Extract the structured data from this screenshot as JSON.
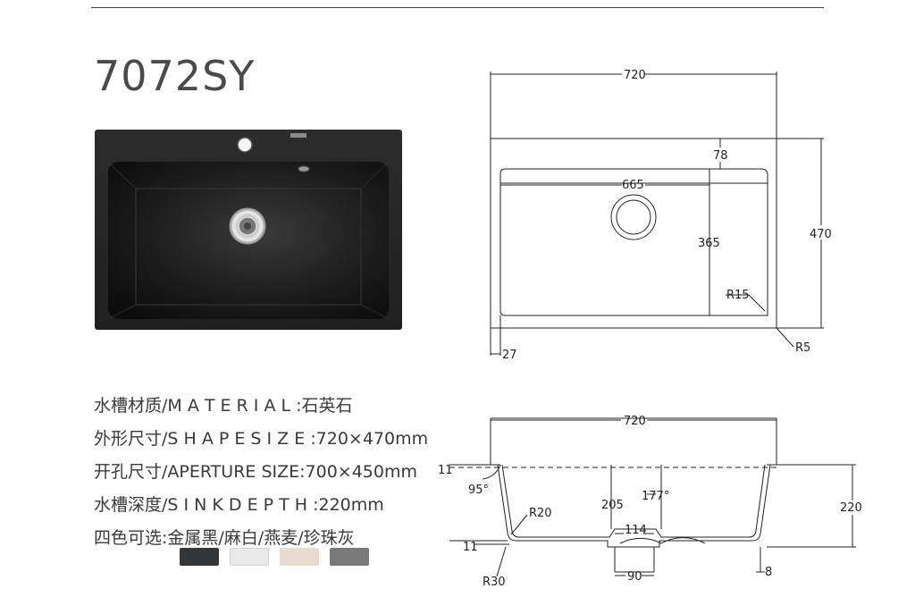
{
  "model": "7072SY",
  "specs": [
    {
      "label": "水槽材质/M A T E R I A L :",
      "value": "石英石"
    },
    {
      "label": "外形尺寸/S H A P E  S I Z E :",
      "value": "720×470mm"
    },
    {
      "label": "开孔尺寸/APERTURE SIZE:",
      "value": "700×450mm"
    },
    {
      "label": "水槽深度/S I N K  D E P T H :",
      "value": "220mm"
    },
    {
      "label": "四色可选:",
      "value": "金属黑/麻白/燕麦/珍珠灰"
    }
  ],
  "swatches": [
    "#33373a",
    "#e9e9e7",
    "#e6ddd0",
    "#787a78"
  ],
  "top_view": {
    "width": "720",
    "depth": "470",
    "ledge": "78",
    "bowl_width": "665",
    "bowl_depth": "365",
    "inner_radius": "R15",
    "outer_radius": "R5",
    "rim": "27"
  },
  "section_view": {
    "width": "720",
    "height": "220",
    "rim_top": "11",
    "rim_bottom": "11",
    "wall_angle": "95°",
    "inner_radius": "R20",
    "drain_height": "205",
    "drain_angle": "177°",
    "drain_width": "114",
    "outlet_width": "90",
    "wall_thickness": "8",
    "base_radius": "R30"
  }
}
